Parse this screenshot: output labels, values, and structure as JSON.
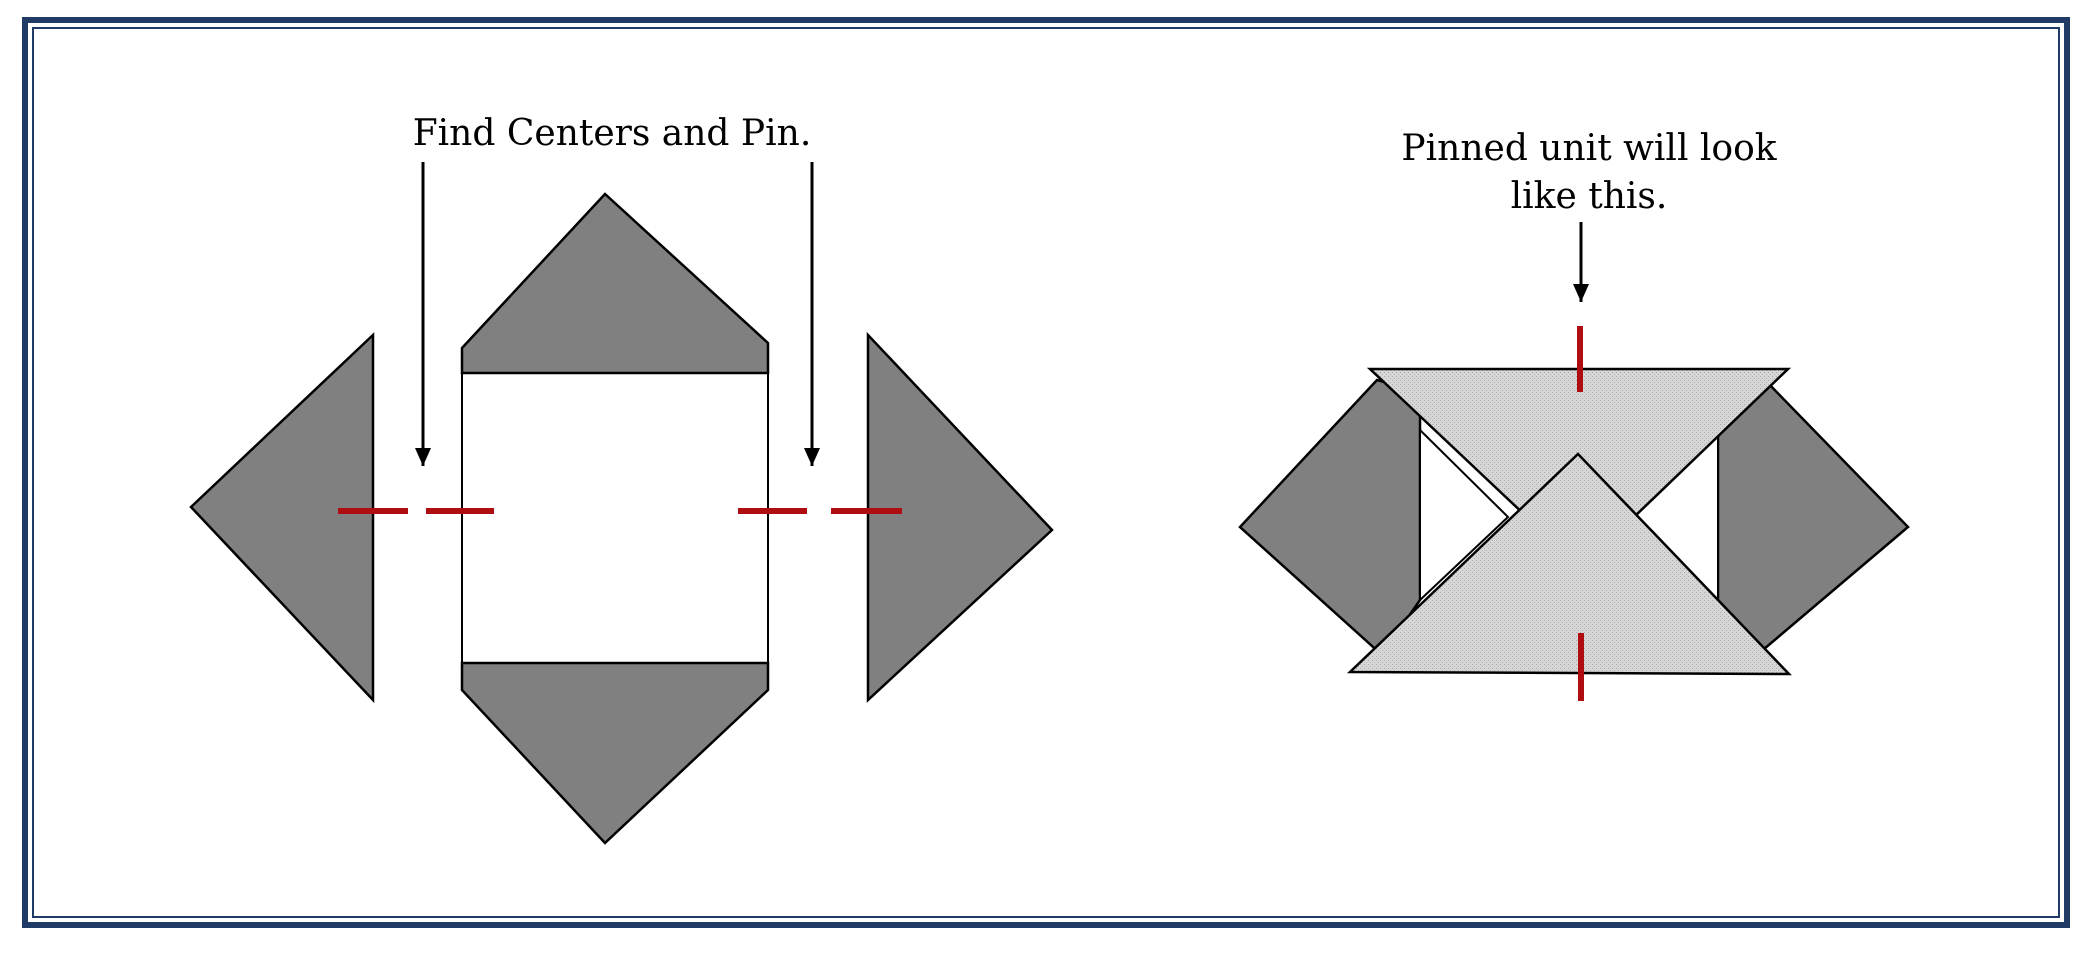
{
  "left_panel": {
    "caption": "Find Centers and Pin."
  },
  "right_panel": {
    "caption_lines": [
      "Pinned unit will look",
      "like this."
    ]
  },
  "colors": {
    "frame_dark": "#1f3a64",
    "dark_gray": "#808080",
    "light_gray": "#d6d6d6",
    "pin_red": "#b00d12",
    "outline": "#000000"
  }
}
